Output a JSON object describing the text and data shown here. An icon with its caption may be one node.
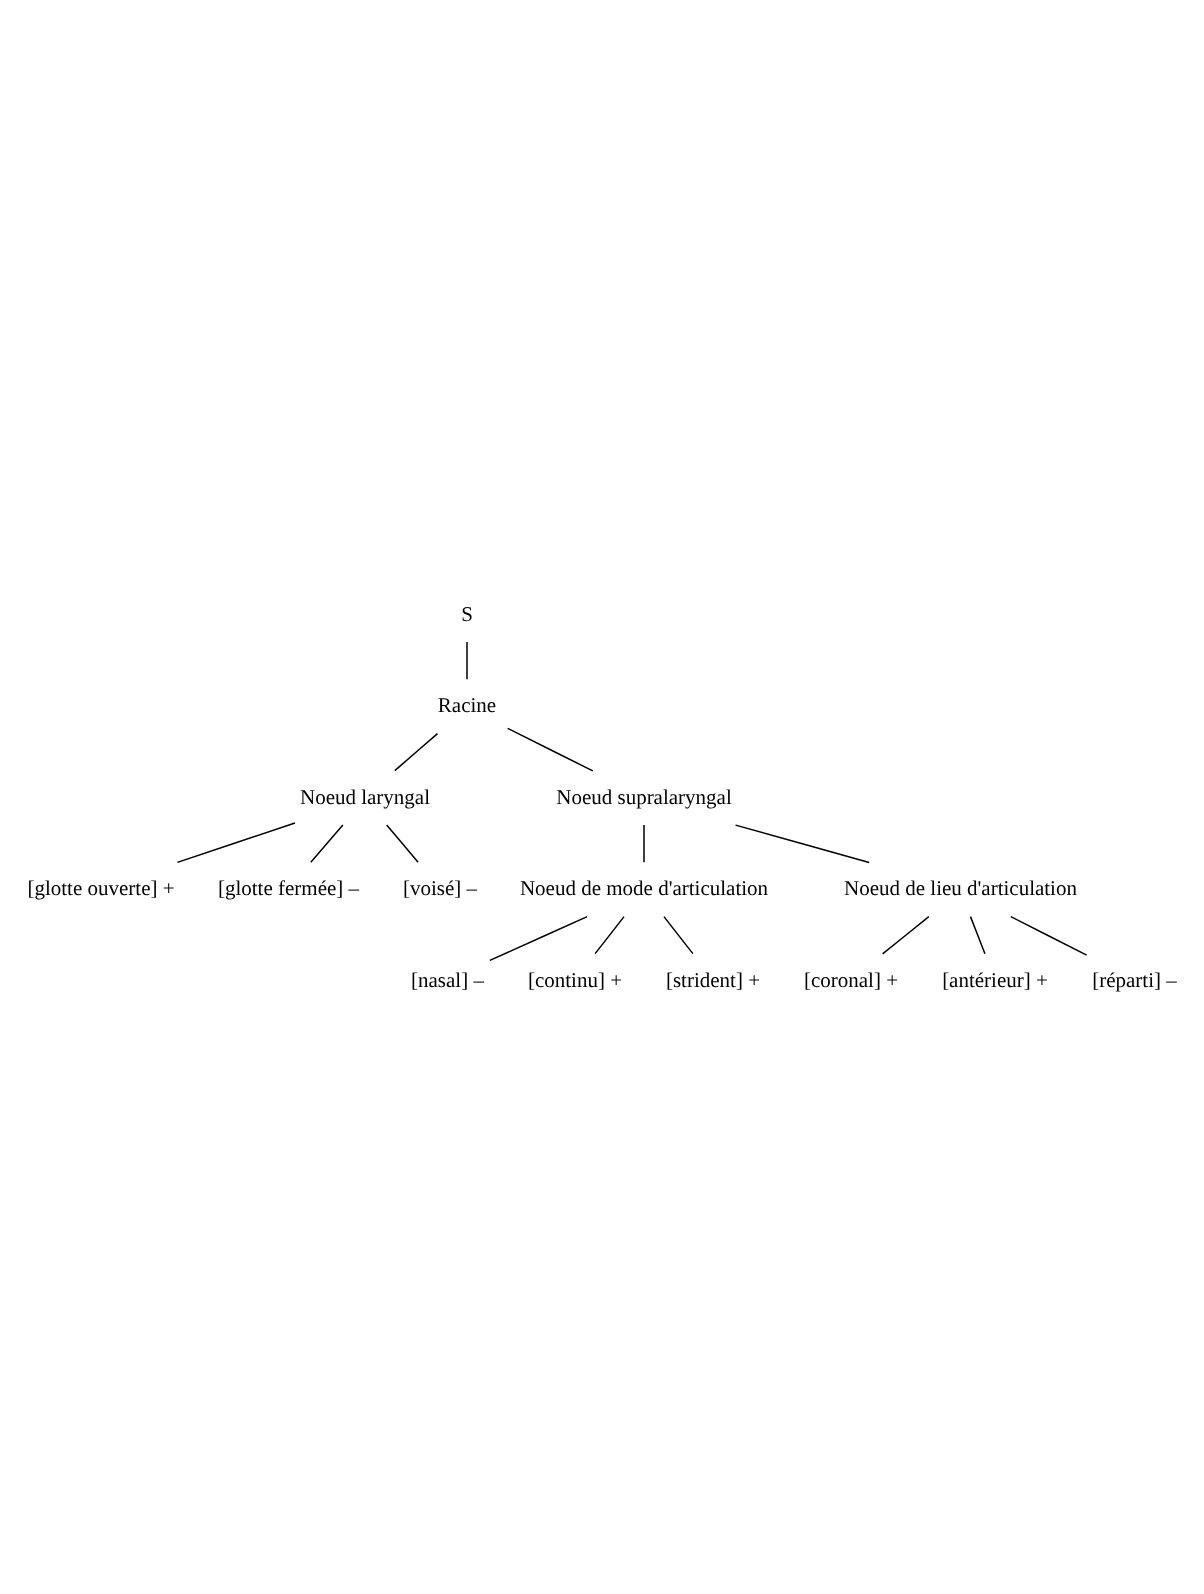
{
  "diagram": {
    "nodes": [
      {
        "text": [
          "S"
        ]
      },
      {
        "text": [
          "Racine"
        ]
      },
      {
        "text": [
          "Noeud laryngal"
        ]
      },
      {
        "text": [
          "[glotte ouverte]"
        ],
        "beside": [
          "+"
        ]
      },
      {
        "text": [
          "[glotte fermée]"
        ],
        "beside": [
          "–"
        ]
      },
      {
        "text": [
          "[voisé]"
        ],
        "beside": [
          "–"
        ]
      },
      {
        "text": [
          "Noeud supralaryngal"
        ]
      },
      {
        "text": [
          "Noeud de mode d'articulation"
        ]
      },
      {
        "text": [
          "[nasal]"
        ],
        "beside": [
          "–"
        ]
      },
      {
        "text": [
          "[continu]"
        ],
        "beside": [
          "+"
        ]
      },
      {
        "text": [
          "[strident]"
        ],
        "beside": [
          "+"
        ]
      },
      {
        "text": [
          "Noeud de lieu d'articulation"
        ]
      },
      {
        "text": [
          "[coronal]"
        ],
        "beside": [
          "+"
        ]
      },
      {
        "text": [
          "[antérieur]"
        ],
        "beside": [
          "+"
        ]
      },
      {
        "text": [
          "[réparti]"
        ],
        "beside": [
          "–"
        ]
      }
    ],
    "edges": [
      {
        "from": 0,
        "to": 1,
        "arrow": "none"
      },
      {
        "from": 1,
        "to": 2,
        "arrow": "none"
      },
      {
        "from": 2,
        "to": 3,
        "arrow": "none"
      },
      {
        "from": 2,
        "to": 4,
        "arrow": "none"
      },
      {
        "from": 2,
        "to": 5,
        "arrow": "none"
      },
      {
        "from": 1,
        "to": 6,
        "arrow": "none"
      },
      {
        "from": 6,
        "to": 7,
        "arrow": "none"
      },
      {
        "from": 7,
        "to": 8,
        "arrow": "none"
      },
      {
        "from": 7,
        "to": 9,
        "arrow": "none"
      },
      {
        "from": 7,
        "to": 10,
        "arrow": "none"
      },
      {
        "from": 6,
        "to": 11,
        "arrow": "none"
      },
      {
        "from": 11,
        "to": 12,
        "arrow": "none"
      },
      {
        "from": 11,
        "to": 13,
        "arrow": "none"
      },
      {
        "from": 11,
        "to": 14,
        "arrow": "none"
      }
    ]
  }
}
